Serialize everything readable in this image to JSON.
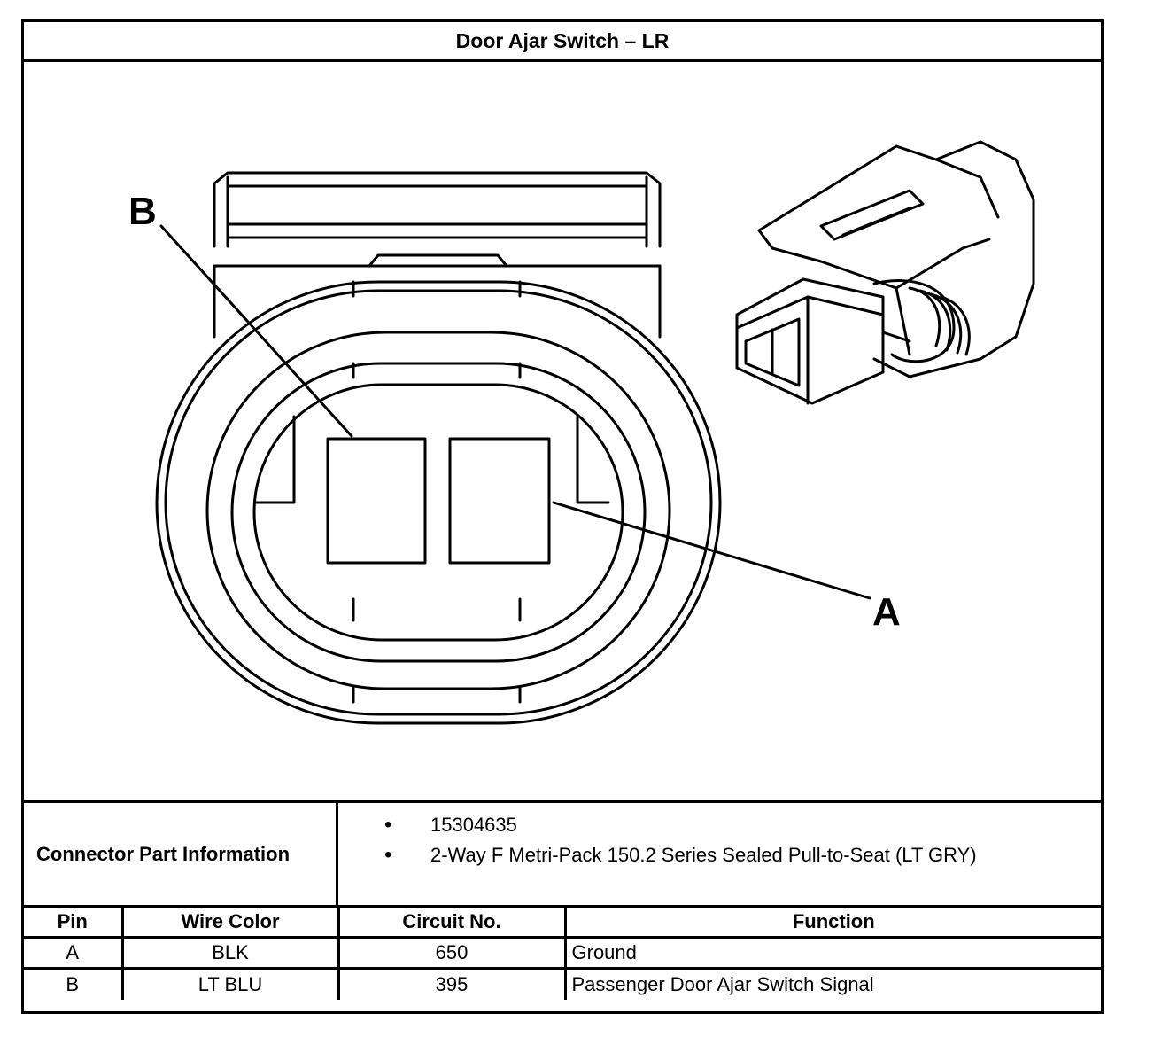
{
  "title": "Door Ajar Switch – LR",
  "diagram": {
    "callouts": [
      "B",
      "A"
    ]
  },
  "connector_info": {
    "label": "Connector Part Information",
    "items": [
      "15304635",
      "2-Way F Metri-Pack 150.2 Series Sealed Pull-to-Seat (LT GRY)"
    ]
  },
  "pin_table": {
    "headers": [
      "Pin",
      "Wire Color",
      "Circuit No.",
      "Function"
    ],
    "rows": [
      [
        "A",
        "BLK",
        "650",
        "Ground"
      ],
      [
        "B",
        "LT BLU",
        "395",
        "Passenger Door Ajar Switch Signal"
      ]
    ]
  }
}
